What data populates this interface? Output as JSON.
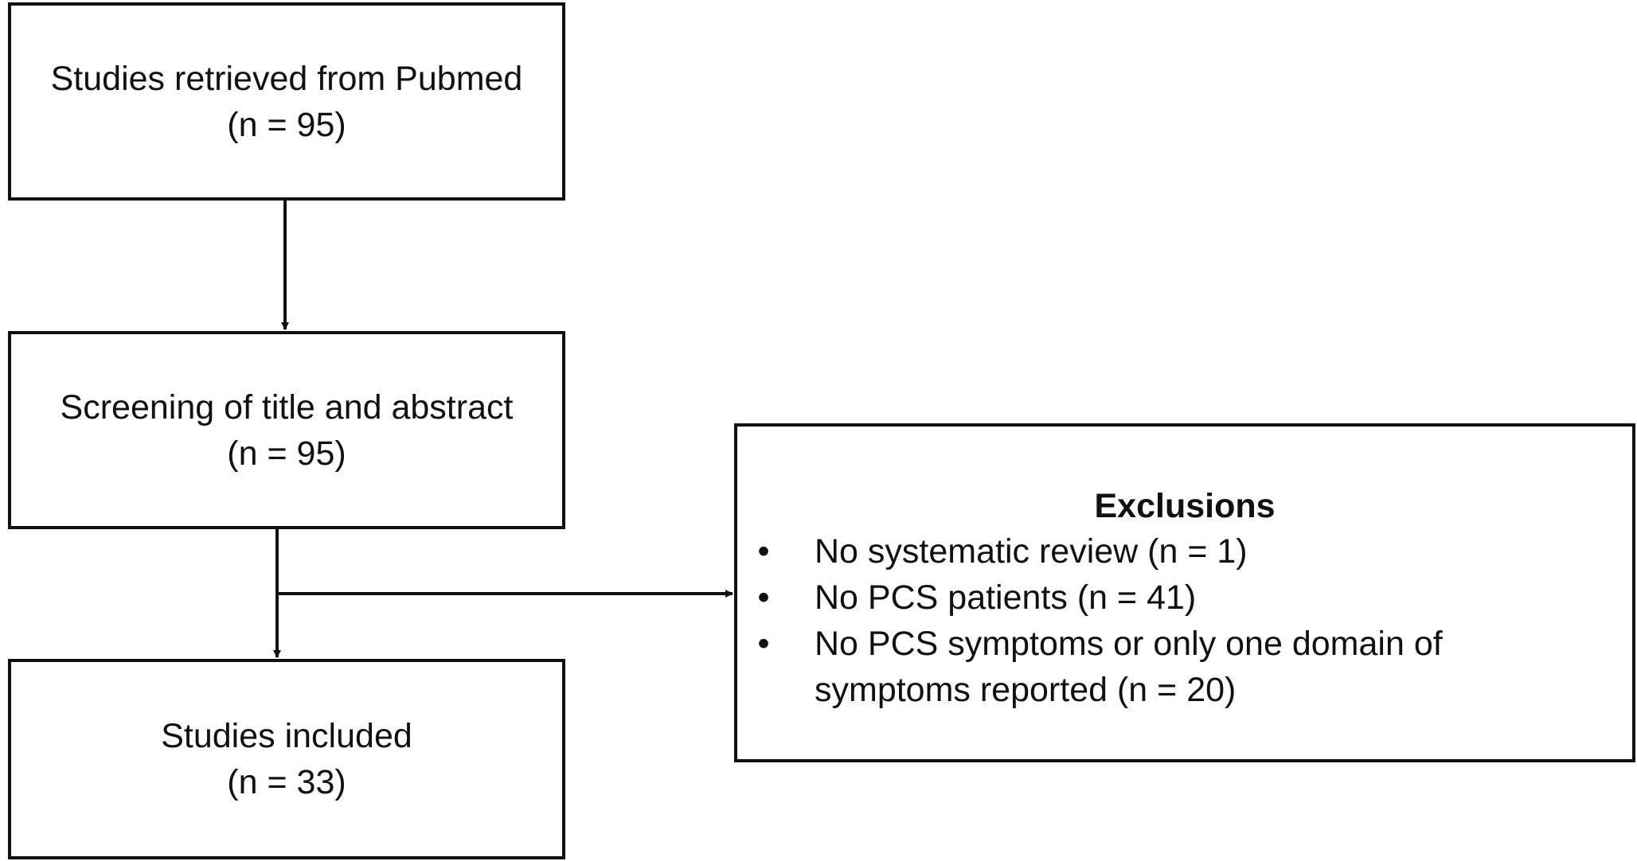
{
  "boxes": {
    "retrieved": {
      "label": "Studies retrieved from Pubmed",
      "count": "(n = 95)"
    },
    "screening": {
      "label": "Screening of title and abstract",
      "count": "(n = 95)"
    },
    "included": {
      "label": "Studies included",
      "count": "(n = 33)"
    }
  },
  "exclusions": {
    "title": "Exclusions",
    "bullet": "•",
    "items": [
      {
        "line1": "No systematic review (n = 1)",
        "line2": ""
      },
      {
        "line1": "No PCS patients (n = 41)",
        "line2": ""
      },
      {
        "line1": "No PCS symptoms or only one domain of",
        "line2": "symptoms reported (n = 20)"
      }
    ]
  }
}
